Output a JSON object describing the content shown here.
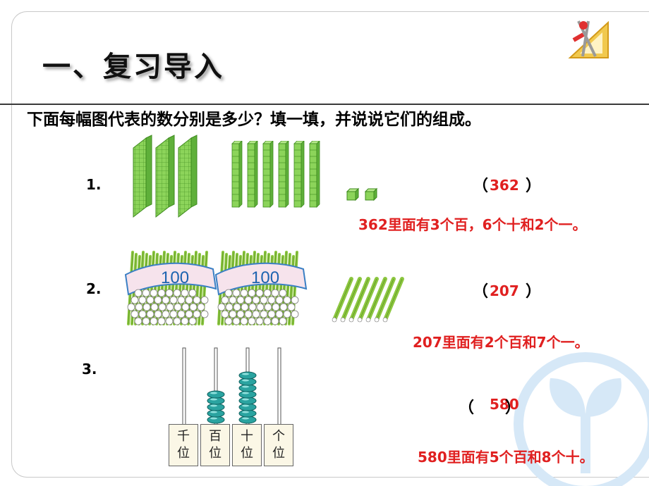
{
  "title": "一、复习导入",
  "question": "下面每幅图代表的数分别是多少？填一填，并说说它们的组成。",
  "items": [
    {
      "number": "1.",
      "answer": "362",
      "explanation": "362里面有3个百，6个十和2个一。"
    },
    {
      "number": "2.",
      "answer": "207",
      "explanation": "207里面有2个百和7个一。"
    },
    {
      "number": "3.",
      "answer": "580",
      "explanation": "580里面有5个百和8个十。"
    }
  ],
  "paren": {
    "open": "（",
    "close": "）"
  },
  "bundle_label": "100",
  "abacus_labels": [
    {
      "top": "千",
      "bottom": "位"
    },
    {
      "top": "百",
      "bottom": "位"
    },
    {
      "top": "十",
      "bottom": "位"
    },
    {
      "top": "个",
      "bottom": "位"
    }
  ],
  "abacus_beads": {
    "thousands": 0,
    "hundreds": 5,
    "tens": 8,
    "ones": 0
  },
  "counts": {
    "hundred_flats": 3,
    "ten_rods": 6,
    "unit_cubes": 2,
    "hundred_bundles": 2,
    "single_sticks": 7
  },
  "colors": {
    "answer": "#e02020",
    "cube_green": "#8cd45a",
    "stick_green": "#8cc63f",
    "bead": "#2aa3a0",
    "watermark": "#d6e8f7"
  },
  "icons": {
    "corner": "geometry-tools-icon",
    "watermark": "sprout-logo-icon"
  }
}
